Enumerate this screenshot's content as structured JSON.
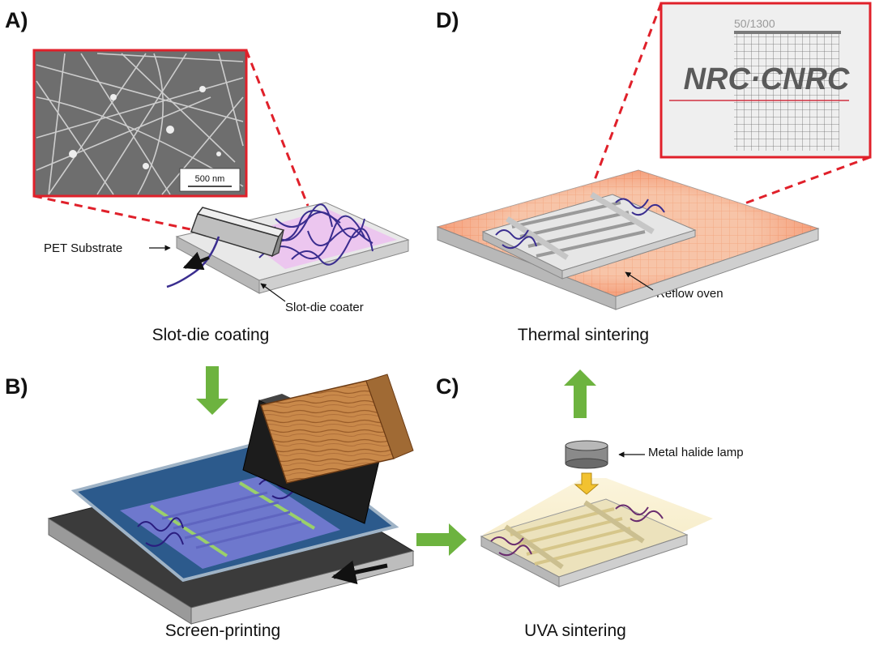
{
  "panels": {
    "a": {
      "letter": "A)",
      "step": "Slot-die coating",
      "substrate_label": "PET Substrate",
      "coater_label": "Slot-die coater",
      "scale_bar": "500 nm"
    },
    "b": {
      "letter": "B)",
      "step": "Screen-printing"
    },
    "c": {
      "letter": "C)",
      "step": "UVA sintering",
      "lamp_label": "Metal halide lamp"
    },
    "d": {
      "letter": "D)",
      "step": "Thermal sintering",
      "oven_label": "Reflow oven",
      "photo_code": "50/1300",
      "photo_logo": "NRC·CNRC"
    }
  },
  "colors": {
    "arrow_green": "#6db33f",
    "inset_border": "#e0202a",
    "nanowire": "#3a2d8f",
    "ink_purple": "#d8b8ec",
    "mesh_blue": "#2c5a8c",
    "wood": "#c08040",
    "oven_orange": "#f26b3a",
    "uv_glow": "#f7ecc4"
  }
}
